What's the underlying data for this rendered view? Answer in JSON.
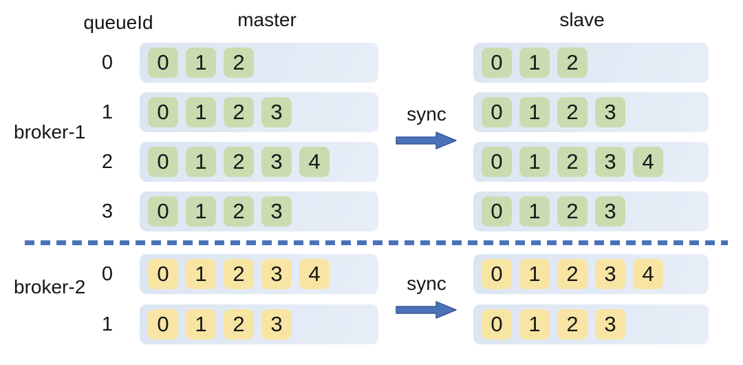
{
  "headers": {
    "queue_id": "queueId",
    "master": "master",
    "slave": "slave"
  },
  "sync_label": "sync",
  "colors": {
    "track_gradient_start": "#dbe5f1",
    "track_gradient_end": "#e8eef8",
    "green_cell": "#c9dcb0",
    "yellow_cell": "#f8e5a4",
    "arrow_blue": "#4a72b8",
    "arrow_outline": "#3a5795",
    "divider_blue": "#4a72b8",
    "text": "#161616"
  },
  "brokers": [
    {
      "name": "broker-1",
      "cell_color": "green",
      "queues": [
        {
          "queue_id": "0",
          "master_cells": [
            "0",
            "1",
            "2"
          ],
          "slave_cells": [
            "0",
            "1",
            "2"
          ]
        },
        {
          "queue_id": "1",
          "master_cells": [
            "0",
            "1",
            "2",
            "3"
          ],
          "slave_cells": [
            "0",
            "1",
            "2",
            "3"
          ]
        },
        {
          "queue_id": "2",
          "master_cells": [
            "0",
            "1",
            "2",
            "3",
            "4"
          ],
          "slave_cells": [
            "0",
            "1",
            "2",
            "3",
            "4"
          ]
        },
        {
          "queue_id": "3",
          "master_cells": [
            "0",
            "1",
            "2",
            "3"
          ],
          "slave_cells": [
            "0",
            "1",
            "2",
            "3"
          ]
        }
      ]
    },
    {
      "name": "broker-2",
      "cell_color": "yellow",
      "queues": [
        {
          "queue_id": "0",
          "master_cells": [
            "0",
            "1",
            "2",
            "3",
            "4"
          ],
          "slave_cells": [
            "0",
            "1",
            "2",
            "3",
            "4"
          ]
        },
        {
          "queue_id": "1",
          "master_cells": [
            "0",
            "1",
            "2",
            "3"
          ],
          "slave_cells": [
            "0",
            "1",
            "2",
            "3"
          ]
        }
      ]
    }
  ]
}
